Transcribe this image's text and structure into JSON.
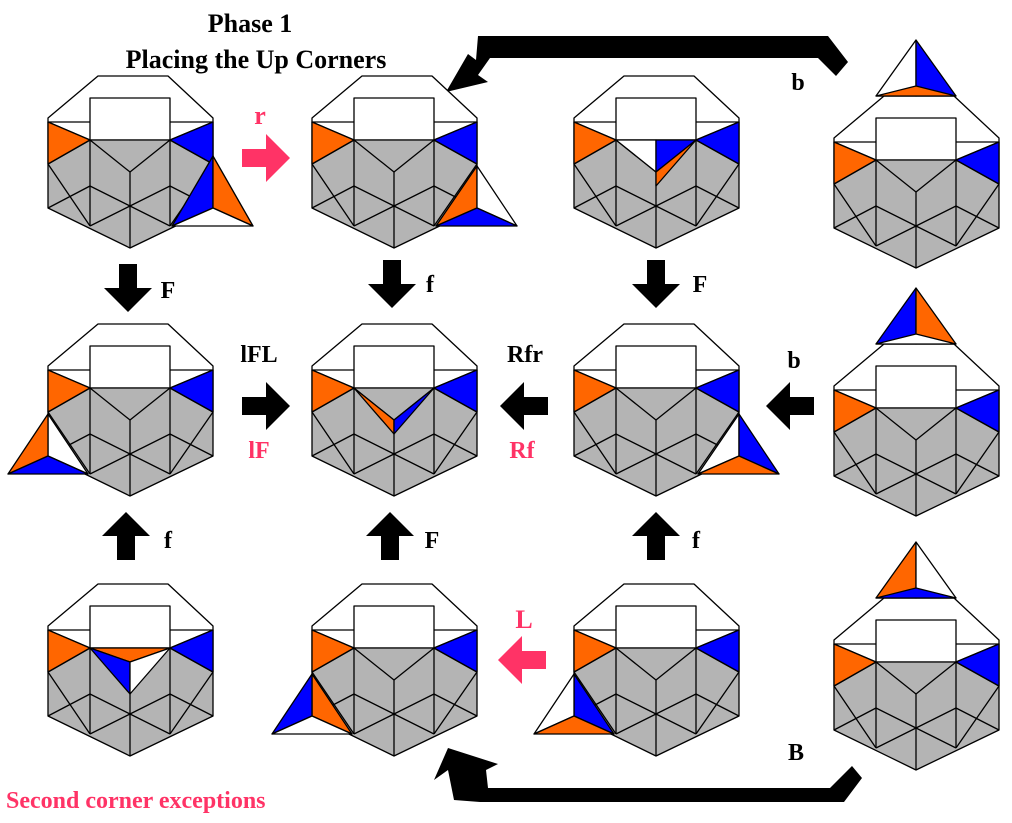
{
  "title": {
    "line1": "Phase 1",
    "line2": "Placing the Up Corners"
  },
  "footer_note": "Second corner exceptions",
  "colors": {
    "orange": "#ff6600",
    "blue": "#0000ff",
    "white": "#ffffff",
    "gray": "#b4b4b4",
    "outline": "#000000",
    "black_arrow": "#000000",
    "pink": "#ff3366"
  },
  "moves": {
    "r1_black": "r",
    "loop_top": "b",
    "loop_bottom": "B",
    "c1_top": "F",
    "c1_bottom": "f",
    "c2_top": "f",
    "c2_bottom": "F",
    "c3_top": "F",
    "c3_bottom": "f",
    "r2_right": "b",
    "left_black": "lFL",
    "left_pink": "lF",
    "right_black": "Rfr",
    "right_pink": "Rf",
    "r3_pink": "L"
  }
}
